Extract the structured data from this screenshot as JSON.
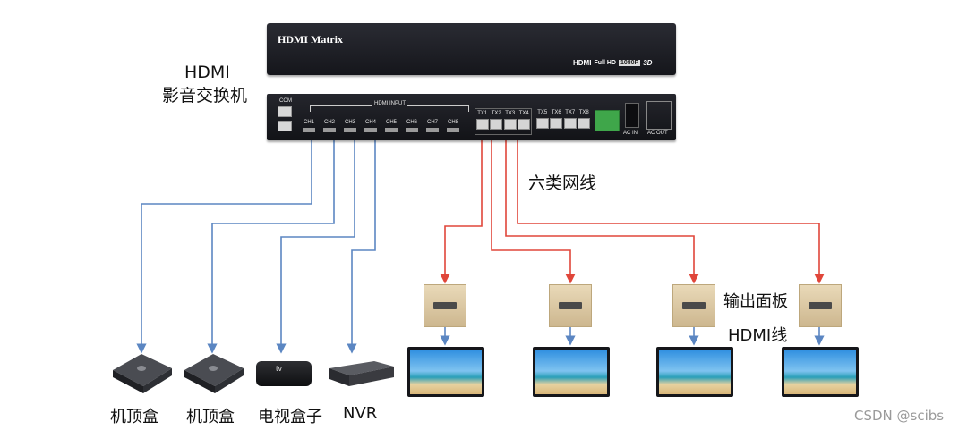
{
  "front_unit": {
    "title": "HDMI Matrix",
    "badge_hdmi": "HDMI",
    "badge_fullhd": "Full HD",
    "badge_1080p": "1080P",
    "badge_3d": "3D"
  },
  "device_label": {
    "line1": "HDMI",
    "line2": "影音交换机"
  },
  "rear_panel": {
    "com": "COM",
    "hdmi_input": "HDMI INPUT",
    "inputs": [
      "CH1",
      "CH2",
      "CH3",
      "CH4",
      "CH5",
      "CH6",
      "CH7",
      "CH8"
    ],
    "tx_outputs_a": [
      "TX1",
      "TX2",
      "TX3",
      "TX4"
    ],
    "tx_outputs_b": [
      "TX5",
      "TX6",
      "TX7",
      "TX8"
    ],
    "ac_in": "AC IN",
    "ac_out": "AC OUT"
  },
  "cable_label": "六类网线",
  "output_panel_label": "输出面板",
  "hdmi_cable_label": "HDMI线",
  "sources": [
    "机顶盒",
    "机顶盒",
    "电视盒子",
    "NVR"
  ],
  "apple_tv_logo": "tv",
  "watermark": "CSDN @scibs",
  "colors": {
    "input_line": "#5b86c2",
    "output_line": "#e0463a",
    "device_body": "#1b1c22"
  }
}
